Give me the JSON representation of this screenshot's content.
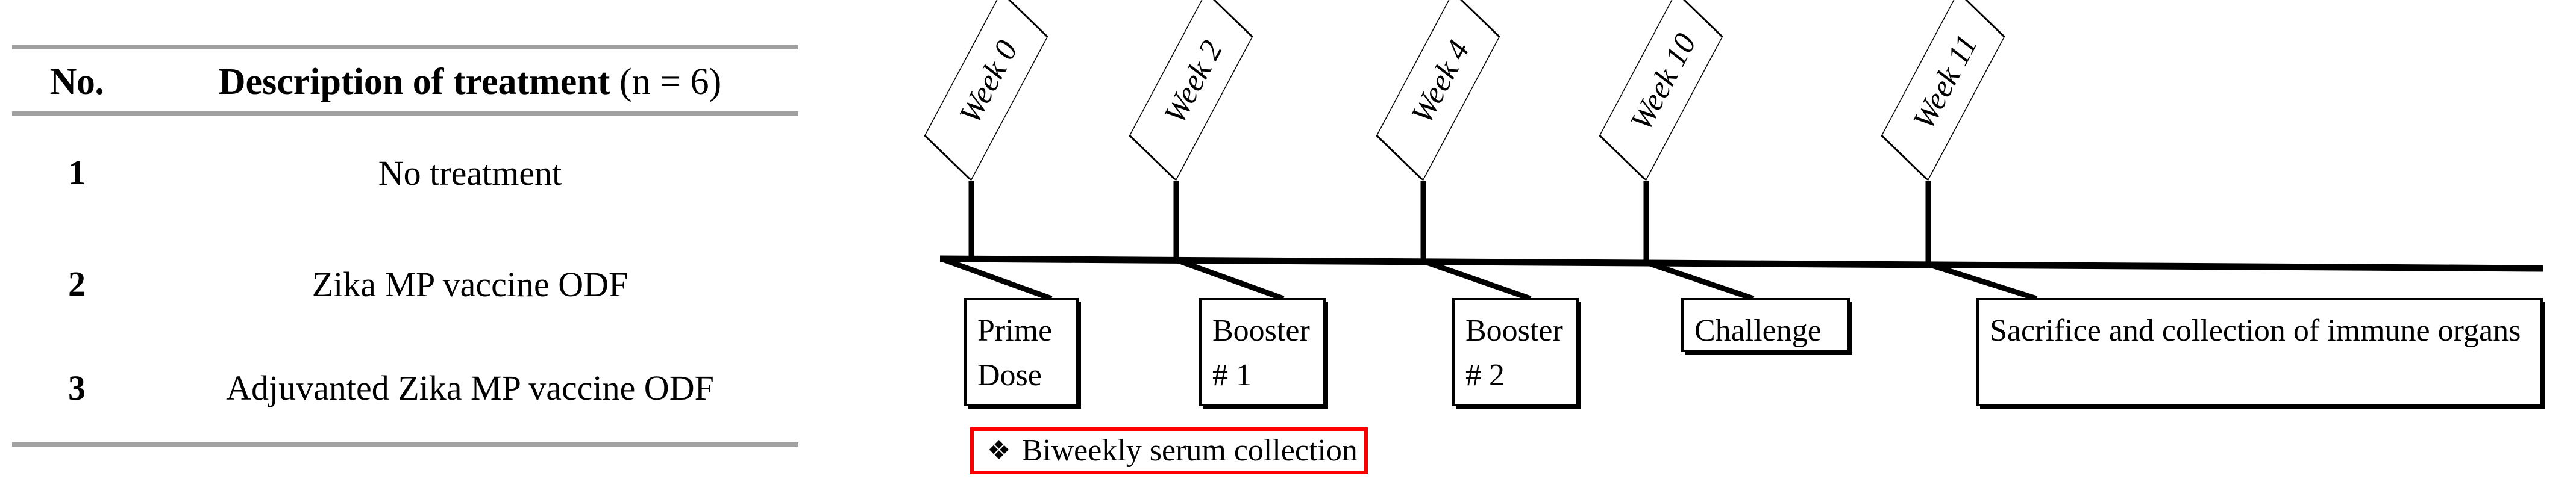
{
  "table": {
    "headers": {
      "no": "No.",
      "description_strong": "Description of treatment",
      "description_weak": " (n = 6)"
    },
    "rows": [
      {
        "no": "1",
        "description": "No treatment"
      },
      {
        "no": "2",
        "description": "Zika MP vaccine ODF"
      },
      {
        "no": "3",
        "description": "Adjuvanted Zika MP vaccine ODF"
      }
    ]
  },
  "timeline": {
    "weeks": [
      {
        "label": "Week 0"
      },
      {
        "label": "Week 2"
      },
      {
        "label": "Week 4"
      },
      {
        "label": "Week 10"
      },
      {
        "label": "Week 11"
      }
    ],
    "events": [
      {
        "label": "Prime Dose"
      },
      {
        "label": "Booster # 1"
      },
      {
        "label": "Booster # 2"
      },
      {
        "label": "Challenge"
      },
      {
        "label": "Sacrifice and collection of immune organs"
      }
    ],
    "note": {
      "bullet": "❖",
      "text": "Biweekly serum collection",
      "border_color": "#ff0000"
    }
  },
  "colors": {
    "rule": "#a0a0a0",
    "ink": "#000000",
    "accent_red": "#ff0000",
    "background": "#ffffff"
  }
}
